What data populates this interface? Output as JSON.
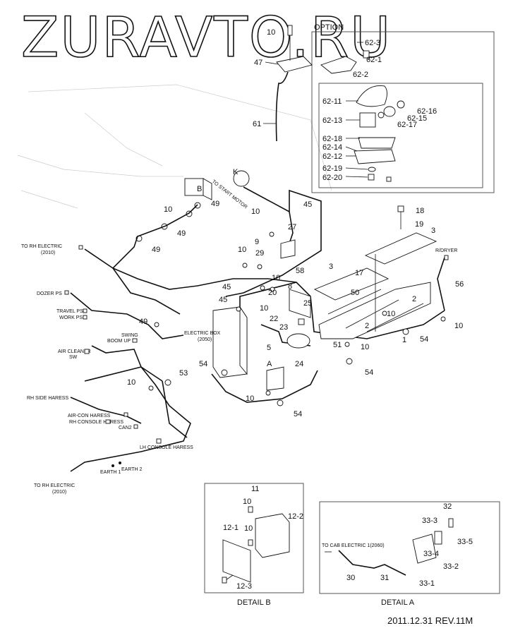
{
  "watermark": "ZURAVTO.RU",
  "option_label": "OPTION",
  "part_numbers": {
    "p10_top": "10",
    "p47": "47",
    "p61": "61",
    "p62_3": "62-3",
    "p62_1": "62-1",
    "p62_2": "62-2",
    "p62_11": "62-11",
    "p62_16": "62-16",
    "p62_15": "62-15",
    "p62_13": "62-13",
    "p62_17": "62-17",
    "p62_18": "62-18",
    "p62_14": "62-14",
    "p62_12": "62-12",
    "p62_19": "62-19",
    "p62_20": "62-20",
    "pK": "K",
    "pB": "B",
    "p10_b1": "10",
    "p49_a": "49",
    "p49_b": "49",
    "p49_c": "49",
    "p45_a": "45",
    "p10_b2": "10",
    "p18": "18",
    "p19": "19",
    "p3_a": "3",
    "p27": "27",
    "p9": "9",
    "p10_c": "10",
    "p29": "29",
    "p58": "58",
    "p10_d": "10",
    "p3_b": "3",
    "p17": "17",
    "p45_b": "45",
    "p20": "20",
    "p8": "8",
    "p50": "50",
    "p56": "56",
    "p2_a": "2",
    "p10_e": "10",
    "p25": "25",
    "p22": "22",
    "p23": "23",
    "p45_c": "45",
    "p10_f": "10",
    "p2_b": "2",
    "p10_g": "10",
    "p5": "5",
    "p51": "51",
    "p10_h": "10",
    "p54_a": "54",
    "p1": "1",
    "p49_d": "49",
    "p54_b": "54",
    "pA": "A",
    "p24": "24",
    "p54_c": "54",
    "p53": "53",
    "p10_i": "10",
    "p10_j": "10",
    "p54_d": "54",
    "db_11": "11",
    "db_10a": "10",
    "db_10b": "10",
    "db_12_1": "12-1",
    "db_12_2": "12-2",
    "db_12_3": "12-3",
    "da_32": "32",
    "da_33_3": "33-3",
    "da_33_5": "33-5",
    "da_33_4": "33-4",
    "da_33_2": "33-2",
    "da_33_1": "33-1",
    "da_30": "30",
    "da_31": "31"
  },
  "labels": {
    "to_rh_electric_top": "TO RH ELECTRIC",
    "to_rh_electric_top_code": "(2010)",
    "to_start_motor": "TO START MOTOR",
    "r_dryer": "R/DRYER",
    "dozer_ps": "DOZER PS",
    "travel_ps": "TRAVEL PS",
    "work_ps": "WORK PS",
    "swing": "SWING",
    "boom_up": "BOOM UP",
    "air_cleaner": "AIR CLEANER",
    "air_cleaner_sw": "SW",
    "electric_box": "ELECTRIC BOX",
    "electric_box_code": "(2050)",
    "rh_side_harness": "RH SIDE HARESS",
    "air_con_harness": "AIR-CON HARESS",
    "rh_console_harness": "RH CONSOLE HARESS",
    "can2": "CAN2",
    "lh_console_harness": "LH CONSOLE HARESS",
    "earth1": "EARTH 1",
    "earth2": "EARTH 2",
    "to_rh_electric_bottom": "TO RH ELECTRIC",
    "to_rh_electric_bottom_code": "(2010)",
    "to_cab_electric": "TO CAB ELECTRIC 1(2060)"
  },
  "captions": {
    "detail_b": "DETAIL B",
    "detail_a": "DETAIL A"
  },
  "revision": "2011.12.31  REV.11M"
}
